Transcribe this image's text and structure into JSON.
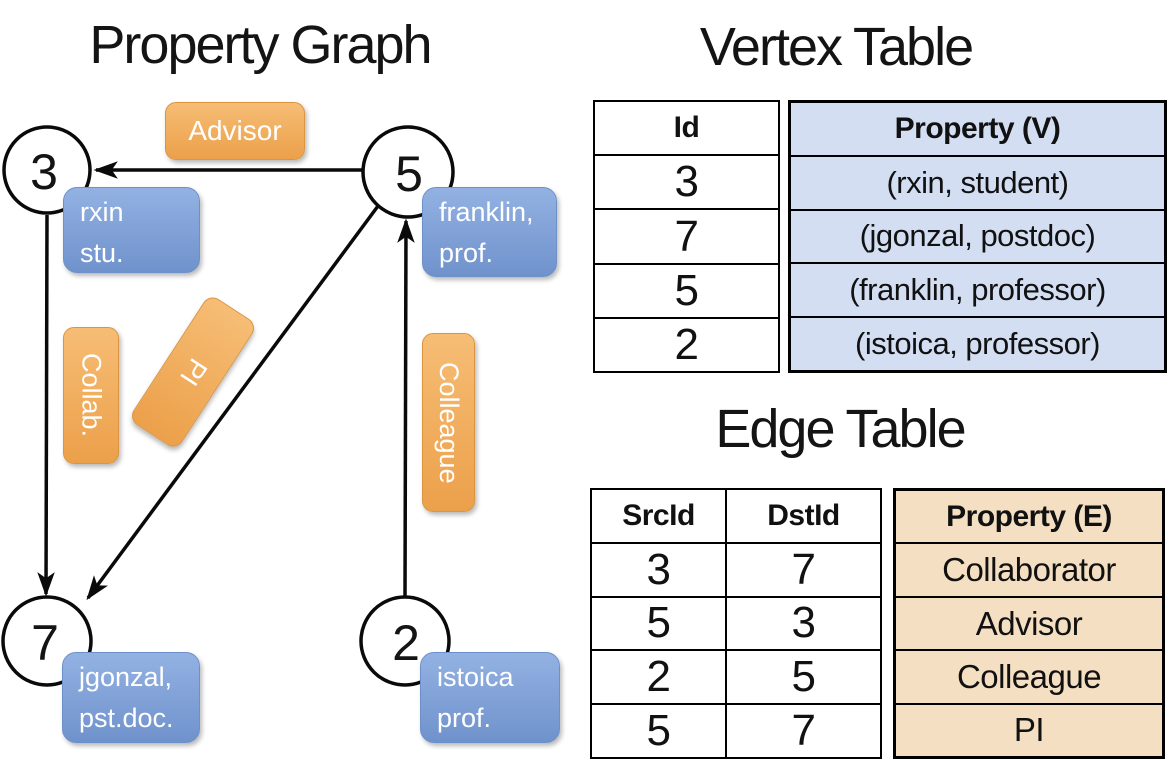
{
  "graph": {
    "title": "Property Graph",
    "nodes": [
      {
        "id": "3",
        "label_lines": [
          "rxin",
          "stu."
        ]
      },
      {
        "id": "5",
        "label_lines": [
          "franklin,",
          "prof."
        ]
      },
      {
        "id": "7",
        "label_lines": [
          "jgonzal,",
          "pst.doc."
        ]
      },
      {
        "id": "2",
        "label_lines": [
          "istoica",
          "prof."
        ]
      }
    ],
    "edge_labels": {
      "advisor": "Advisor",
      "collab": "Collab.",
      "pi": "PI",
      "colleague": "Colleague"
    }
  },
  "vertex_table": {
    "title": "Vertex Table",
    "columns": {
      "id": "Id",
      "property": "Property (V)"
    },
    "rows": [
      {
        "id": "3",
        "property": "(rxin, student)"
      },
      {
        "id": "7",
        "property": "(jgonzal, postdoc)"
      },
      {
        "id": "5",
        "property": "(franklin, professor)"
      },
      {
        "id": "2",
        "property": "(istoica, professor)"
      }
    ]
  },
  "edge_table": {
    "title": "Edge Table",
    "columns": {
      "src": "SrcId",
      "dst": "DstId",
      "property": "Property (E)"
    },
    "rows": [
      {
        "src": "3",
        "dst": "7",
        "property": "Collaborator"
      },
      {
        "src": "5",
        "dst": "3",
        "property": "Advisor"
      },
      {
        "src": "2",
        "dst": "5",
        "property": "Colleague"
      },
      {
        "src": "5",
        "dst": "7",
        "property": "PI"
      }
    ]
  },
  "colors": {
    "orange_top": "#f6bd75",
    "orange_bottom": "#eca04a",
    "blue_top": "#93b2e3",
    "blue_bottom": "#7092cc",
    "vertex_property_fill": "#d3def2",
    "edge_property_fill": "#f5dfc2",
    "line": "#0a0a0a"
  }
}
